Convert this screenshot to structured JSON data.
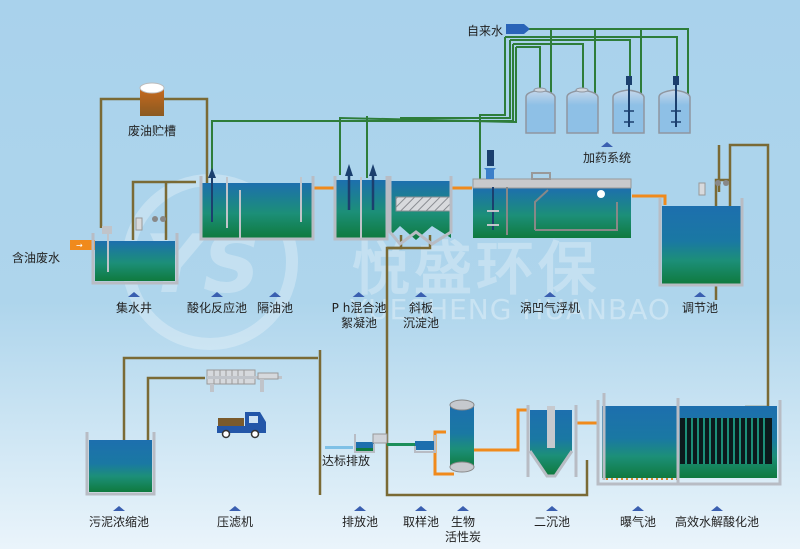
{
  "diagram": {
    "title_hidden": "",
    "inlet_label": "含油废水",
    "tap_water_label": "自来水",
    "waste_oil_tank_label": "废油贮槽",
    "dosing_system_label": "加药系统",
    "discharge_label": "达标排放",
    "watermark": {
      "company_cn": "悦盛环保",
      "company_en": "YUESHENG HUANBAO",
      "logo_text": "YS"
    },
    "units": [
      {
        "id": "collection-well",
        "label": "集水井"
      },
      {
        "id": "acidification-tank",
        "label": "酸化反应池"
      },
      {
        "id": "oil-separator",
        "label": "隔油池"
      },
      {
        "id": "ph-mixing-tank",
        "label": "P h混合池",
        "label2": "絮凝池"
      },
      {
        "id": "inclined-plate-settler",
        "label": "斜板",
        "label2": "沉淀池"
      },
      {
        "id": "cavitation-flotation",
        "label": "涡凹气浮机"
      },
      {
        "id": "equalization-tank",
        "label": "调节池"
      },
      {
        "id": "sludge-thickener",
        "label": "污泥浓缩池"
      },
      {
        "id": "filter-press",
        "label": "压滤机"
      },
      {
        "id": "discharge-tank",
        "label": "排放池"
      },
      {
        "id": "sampling-tank",
        "label": "取样池"
      },
      {
        "id": "bio-activated-carbon",
        "label": "生物",
        "label2": "活性炭"
      },
      {
        "id": "secondary-clarifier",
        "label": "二沉池"
      },
      {
        "id": "aeration-tank",
        "label": "曝气池"
      },
      {
        "id": "hydrolysis-acidification-tank",
        "label": "高效水解酸化池"
      }
    ],
    "colors": {
      "water_top": "#1d6fae",
      "water_mid": "#1c8f78",
      "water_bottom": "#0f7a3e",
      "tank_wall": "#b8bcc4",
      "sludge_pipe": "#7a6a35",
      "reagent_pipe": "#2e7d3a",
      "water_pipe": "#f08a1c",
      "agitator": "#1b3f6e"
    }
  }
}
